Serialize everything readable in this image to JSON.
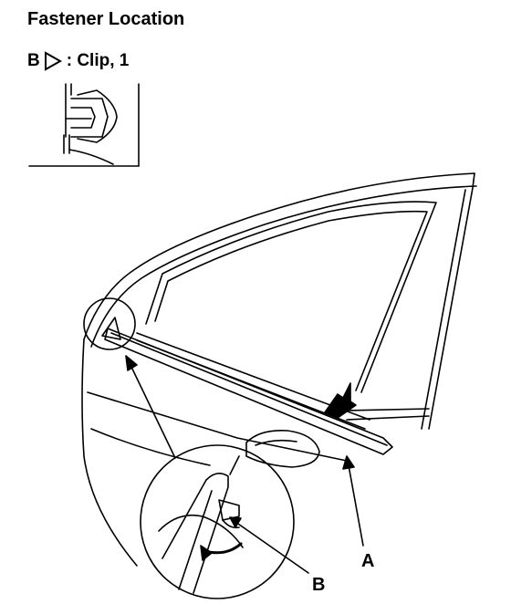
{
  "title": "Fastener Location",
  "legend": {
    "letter": "B",
    "text": ": Clip, 1"
  },
  "callouts": {
    "a": "A",
    "b": "B"
  }
}
